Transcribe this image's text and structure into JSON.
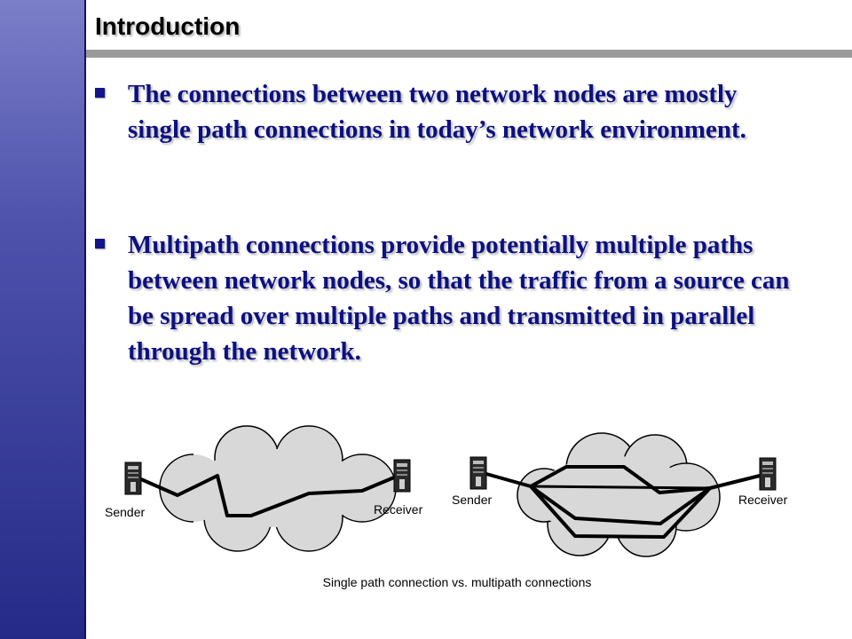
{
  "slide": {
    "title": "Introduction",
    "bullets": [
      "The connections between two network nodes are mostly single path connections in today’s network environment.",
      "Multipath connections provide potentially multiple paths between network nodes, so that the traffic from a source can be spread over multiple paths and transmitted in parallel through the network."
    ]
  },
  "diagram": {
    "left": {
      "sender_label": "Sender",
      "receiver_label": "Receiver"
    },
    "right": {
      "sender_label": "Sender",
      "receiver_label": "Receiver"
    },
    "caption": "Single path connection vs. multipath connections"
  },
  "colors": {
    "sidebar": "#3c40a0",
    "bullet_text": "#0d1080",
    "title_rule": "#9a9a9a",
    "cloud": "#d8d8d8"
  },
  "icons": {
    "bullet": "square-bullet-icon",
    "node": "server-tower-icon"
  }
}
